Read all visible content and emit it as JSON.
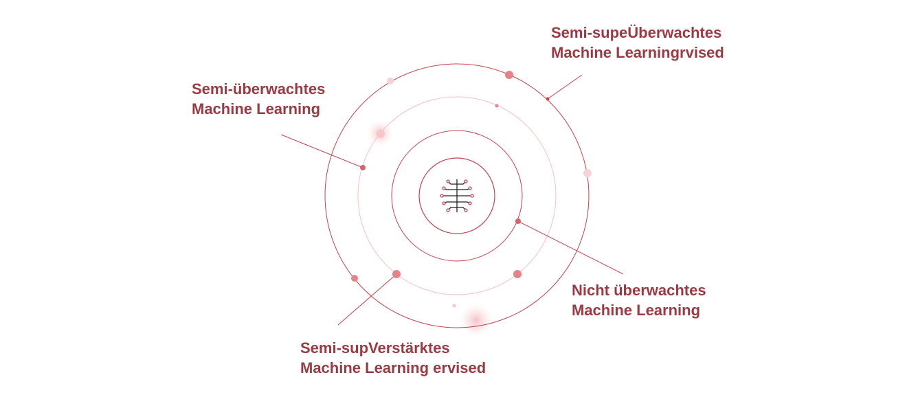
{
  "labels": {
    "top_right": {
      "line1": "Semi-supeÜberwachtes",
      "line2": "Machine Learningrvised"
    },
    "top_left": {
      "line1": "Semi-überwachtes",
      "line2": "Machine Learning"
    },
    "right": {
      "line1": "Nicht überwachtes",
      "line2": "Machine Learning"
    },
    "bottom": {
      "line1": "Semi-supVerstärktes",
      "line2": "Machine Learning ervised"
    }
  },
  "colors": {
    "accent": "#c8414b",
    "text": "#9b3a42",
    "faint": "#f2c4c8",
    "icon": "#222222"
  },
  "center_icon": "circuit-tree-icon"
}
